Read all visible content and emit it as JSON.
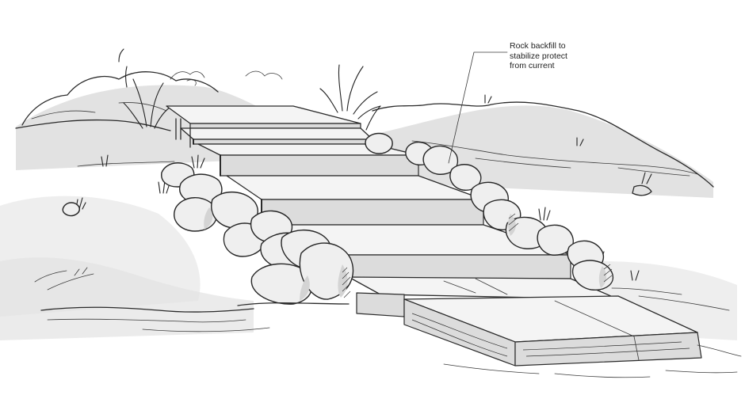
{
  "illustration": {
    "subject": "stone-steps-sketch",
    "ink_color": "#2a2a2a",
    "shade_color": "#e2e2e2"
  },
  "callout": {
    "lines": [
      "Rock backfill to",
      "stabilize protect",
      "from current"
    ]
  }
}
